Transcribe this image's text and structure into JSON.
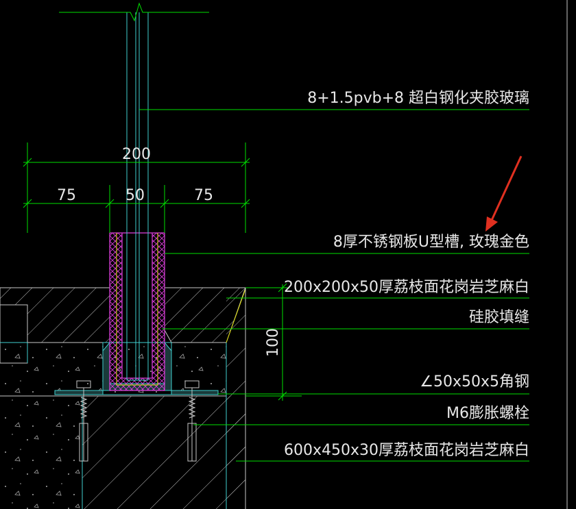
{
  "labels": {
    "glass": "8+1.5pvb+8  超白钢化夹胶玻璃",
    "u_channel": "8厚不锈钢板U型槽, 玫瑰金色",
    "granite_top": "200x200x50厚荔枝面花岗岩芝麻白",
    "silicone": "硅胶填缝",
    "angle_steel": "∠50x50x5角钢",
    "bolt": "M6膨胀螺栓",
    "granite_base": "600x450x30厚荔枝面花岗岩芝麻白"
  },
  "dimensions": {
    "total": "200",
    "left": "75",
    "middle": "50",
    "right": "75",
    "height": "100"
  },
  "colors": {
    "background": "#000000",
    "leader": "#00e000",
    "outline": "#40d0d0",
    "hatch": "#c8c8c8",
    "u_channel": "#e040e0",
    "arrow": "#e03020",
    "text": "#e8e8e8"
  }
}
